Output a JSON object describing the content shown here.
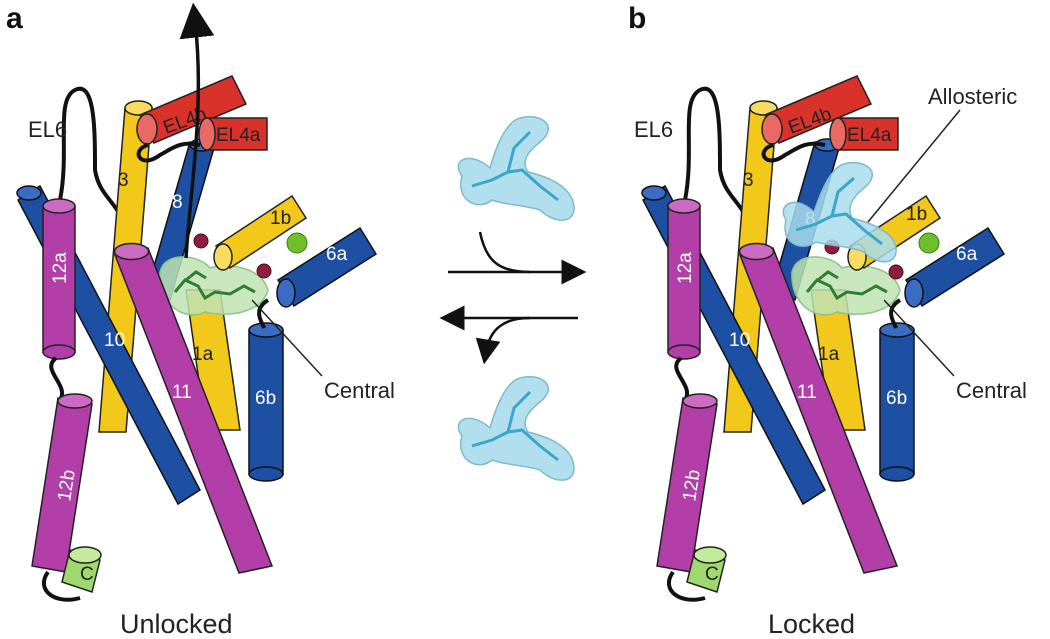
{
  "colors": {
    "tm1": "#f2c81b",
    "tm6": "#1d4fa3",
    "tm12": "#b23ea8",
    "el4": "#d8322b",
    "cterm": "#9fd86e",
    "ligand_central": "#bfe3b4",
    "ligand_allosteric": "#a9dcec",
    "ion_na": "#8c1d3d",
    "ion_cl": "#6fbf2a"
  },
  "panels": [
    {
      "letter": "a",
      "state": "Unlocked",
      "labels": {
        "el6": "EL6",
        "central": "Central",
        "h_el4b": "EL4b",
        "h_el4a": "EL4a",
        "h_3": "3",
        "h_8": "8",
        "h_1b": "1b",
        "h_6a": "6a",
        "h_12a": "12a",
        "h_10": "10",
        "h_1a": "1a",
        "h_11": "11",
        "h_6b": "6b",
        "h_12b": "12b",
        "h_c": "C"
      }
    },
    {
      "letter": "b",
      "state": "Locked",
      "labels": {
        "el6": "EL6",
        "central": "Central",
        "allosteric": "Allosteric",
        "h_el4b": "EL4b",
        "h_el4a": "EL4a",
        "h_3": "3",
        "h_8": "8",
        "h_1b": "1b",
        "h_6a": "6a",
        "h_12a": "12a",
        "h_10": "10",
        "h_1a": "1a",
        "h_11": "11",
        "h_6b": "6b",
        "h_12b": "12b",
        "h_c": "C"
      }
    }
  ]
}
